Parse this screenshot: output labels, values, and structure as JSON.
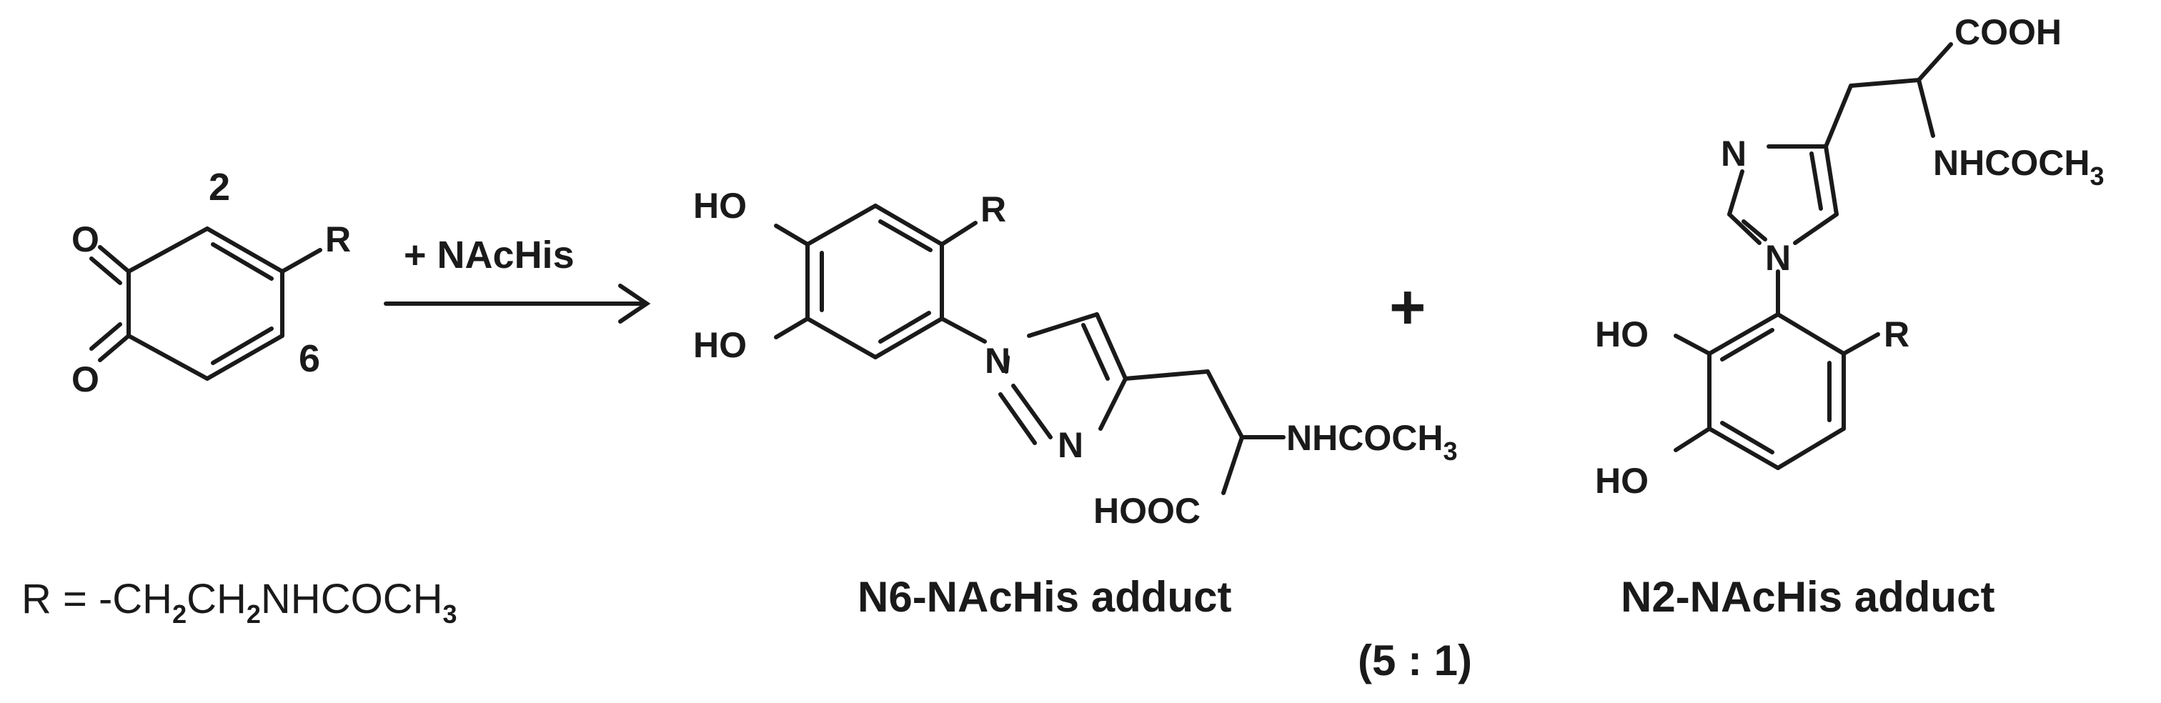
{
  "reactant": {
    "atoms": {
      "o_top": "O",
      "o_bottom": "O",
      "r": "R"
    },
    "positions": {
      "two": "2",
      "six": "6"
    },
    "r_definition": {
      "prefix": "R = -CH",
      "sub1": "2",
      "mid1": "CH",
      "sub2": "2",
      "mid2": "NHCOCH",
      "sub3": "3"
    }
  },
  "reagent": {
    "label": "+ NAcHis"
  },
  "product1": {
    "atoms": {
      "ho_top": "HO",
      "ho_bottom": "HO",
      "r": "R",
      "n1": "N",
      "n3": "N",
      "nhcoch": "NHCOCH",
      "nhcoch_sub": "3",
      "hooc": "HOOC"
    },
    "name": "N6-NAcHis adduct"
  },
  "plus_sign": "+",
  "ratio": "(5 : 1)",
  "product2": {
    "atoms": {
      "cooh": "COOH",
      "n3": "N",
      "n1": "N",
      "nhcoch": "NHCOCH",
      "nhcoch_sub": "3",
      "ho_top": "HO",
      "ho_bottom": "HO",
      "r": "R"
    },
    "name": "N2-NAcHis adduct"
  }
}
